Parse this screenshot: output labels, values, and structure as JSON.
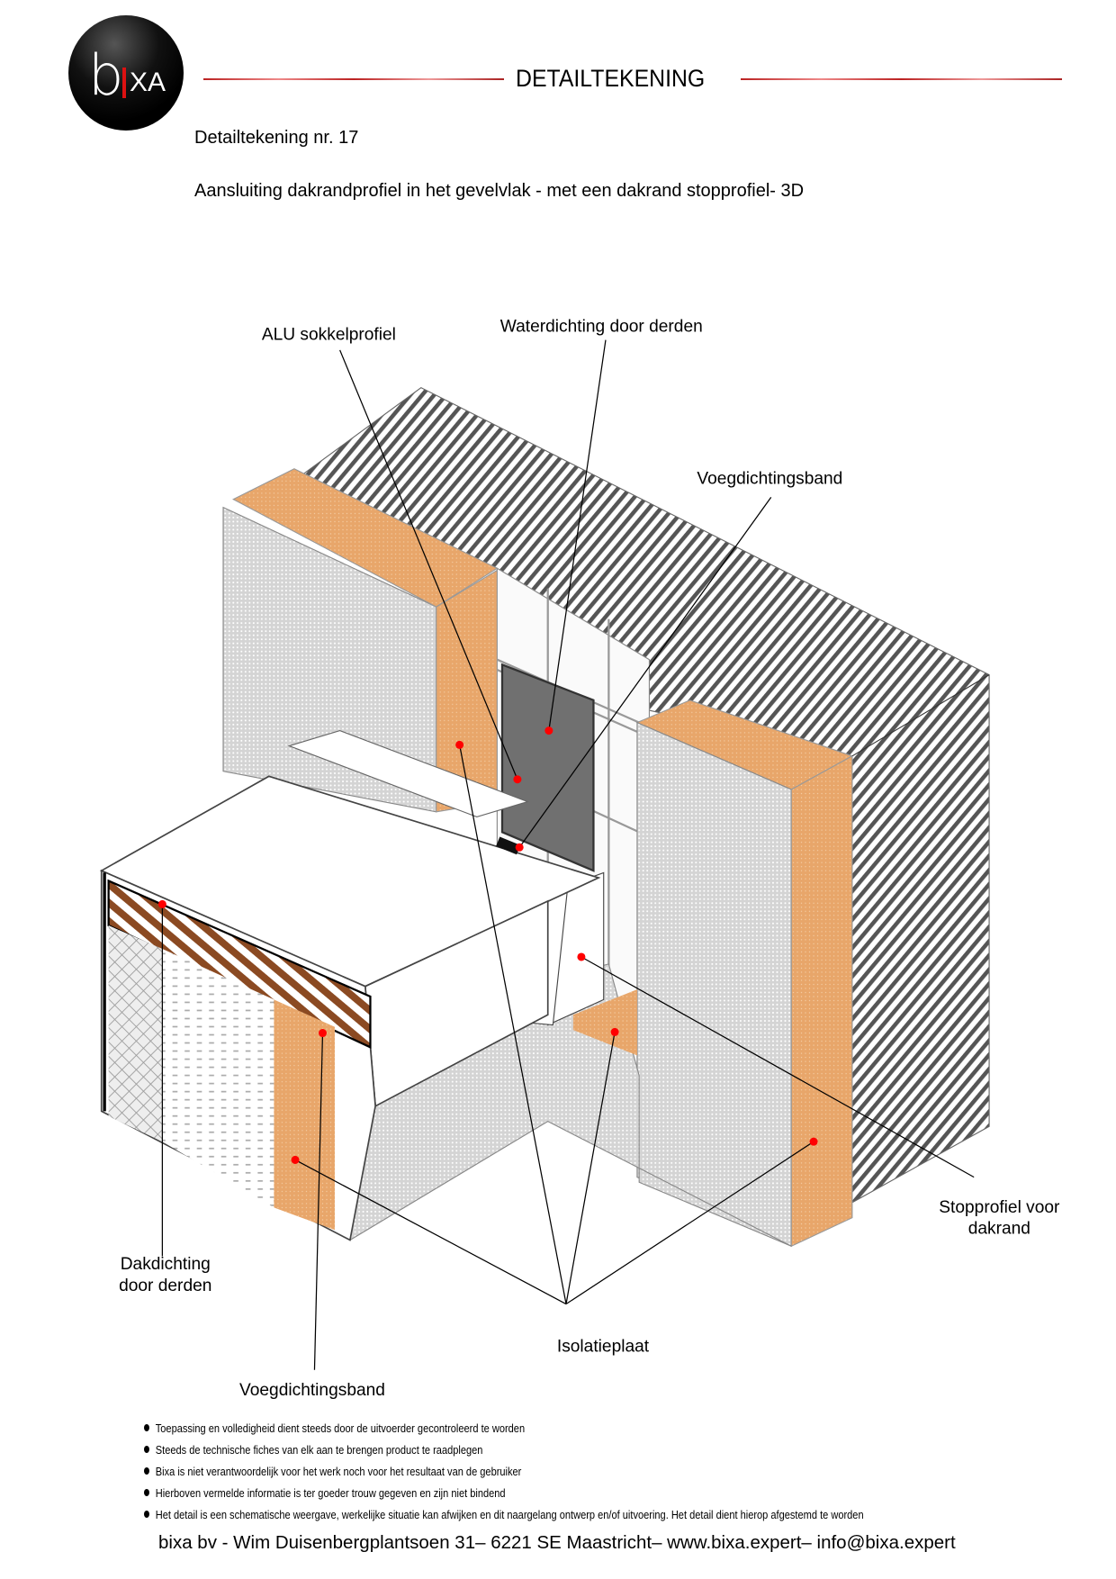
{
  "header": {
    "logo_text": "bixa",
    "title": "DETAILTEKENING",
    "drawing_number": "Detailtekening nr. 17",
    "subtitle": "Aansluiting dakrandprofiel in het gevelvlak - met een dakrand stopprofiel- 3D"
  },
  "labels": {
    "alu_sokkelprofiel": "ALU sokkelprofiel",
    "waterdichting": "Waterdichting door derden",
    "voegdichtingsband_top": "Voegdichtingsband",
    "stopprofiel_line1": "Stopprofiel voor",
    "stopprofiel_line2": "dakrand",
    "dakdichting_line1": "Dakdichting",
    "dakdichting_line2": "door derden",
    "voegdichtingsband_bottom": "Voegdichtingsband",
    "isolatieplaat": "Isolatieplaat"
  },
  "colors": {
    "insulation": "#e8a66a",
    "marker": "#ff0000",
    "rule": "#b22222"
  },
  "notes": [
    "Toepassing en volledigheid dient steeds door de uitvoerder gecontroleerd te worden",
    "Steeds de technische fiches van elk  aan te brengen product te raadplegen",
    "Bixa is niet verantwoordelijk voor  het werk noch voor het resultaat van de gebruiker",
    "Hierboven  vermelde informatie is ter goeder trouw gegeven  en zijn niet bindend",
    "Het detail is een schematische weergave, werkelijke situatie kan afwijken en dit naargelang ontwerp en/of uitvoering. Het detail dient hierop afgestemd te worden"
  ],
  "footer": "bixa bv - Wim Duisenbergplantsoen 31– 6221 SE Maastricht– www.bixa.expert– info@bixa.expert"
}
